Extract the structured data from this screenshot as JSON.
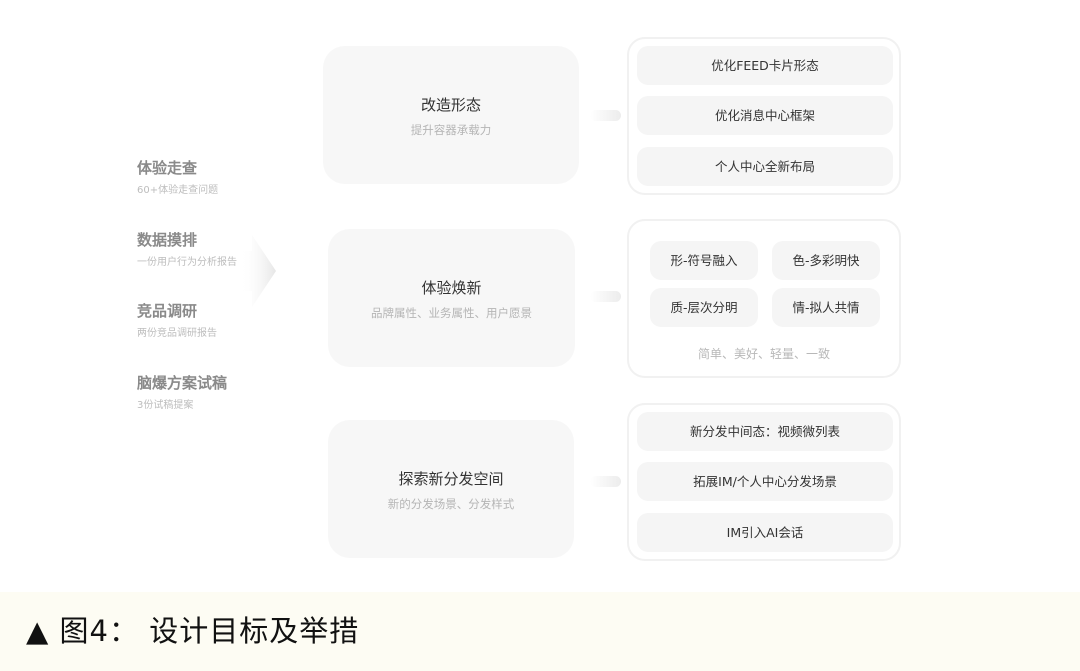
{
  "inputs": [
    {
      "title": "体验走查",
      "subtitle": "60+体验走查问题"
    },
    {
      "title": "数据摸排",
      "subtitle": "一份用户行为分析报告"
    },
    {
      "title": "竞品调研",
      "subtitle": "两份竞品调研报告"
    },
    {
      "title": "脑爆方案试稿",
      "subtitle": "3份试稿提案"
    }
  ],
  "goals": [
    {
      "title": "改造形态",
      "subtitle": "提升容器承载力",
      "measures": [
        "优化FEED卡片形态",
        "优化消息中心框架",
        "个人中心全新布局"
      ]
    },
    {
      "title": "体验焕新",
      "subtitle": "品牌属性、业务属性、用户愿景",
      "measures": [
        "形-符号融入",
        "色-多彩明快",
        "质-层次分明",
        "情-拟人共情"
      ],
      "summary": "简单、美好、轻量、一致"
    },
    {
      "title": "探索新分发空间",
      "subtitle": "新的分发场景、分发样式",
      "measures": [
        "新分发中间态：视频微列表",
        "拓展IM/个人中心分发场景",
        "IM引入AI会话"
      ]
    }
  ],
  "caption": "▲ 图4： 设计目标及举措"
}
